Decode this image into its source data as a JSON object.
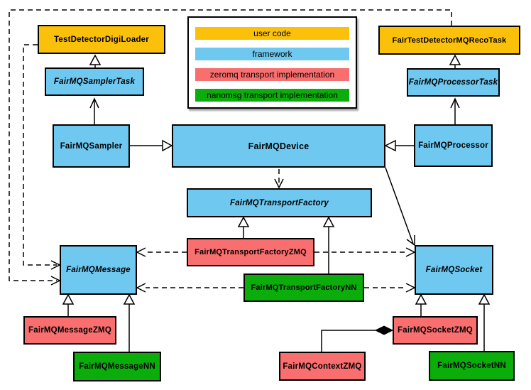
{
  "colors": {
    "user-code": "#FBC10A",
    "framework": "#6FC8F0",
    "zeromq": "#F96E6E",
    "nanomsg": "#0AAD0A",
    "border": "#000000"
  },
  "legend": {
    "items": [
      {
        "label": "user code",
        "category": "user-code"
      },
      {
        "label": "framework",
        "category": "framework"
      },
      {
        "label": "zeromq transport implementation",
        "category": "zeromq"
      },
      {
        "label": "nanomsg transport implementation",
        "category": "nanomsg"
      }
    ]
  },
  "nodes": [
    {
      "id": "test-detector-digi-loader",
      "label": "TestDetectorDigiLoader",
      "category": "user-code",
      "abstract": false
    },
    {
      "id": "fair-test-detector-mq-reco-task",
      "label": "FairTestDetectorMQRecoTask",
      "category": "user-code",
      "abstract": false
    },
    {
      "id": "fairmq-sampler-task",
      "label": "FairMQSamplerTask",
      "category": "framework",
      "abstract": true
    },
    {
      "id": "fairmq-processor-task",
      "label": "FairMQProcessorTask",
      "category": "framework",
      "abstract": true
    },
    {
      "id": "fairmq-sampler",
      "label": "FairMQSampler",
      "category": "framework",
      "abstract": false
    },
    {
      "id": "fairmq-device",
      "label": "FairMQDevice",
      "category": "framework",
      "abstract": false
    },
    {
      "id": "fairmq-processor",
      "label": "FairMQProcessor",
      "category": "framework",
      "abstract": false
    },
    {
      "id": "fairmq-transport-factory",
      "label": "FairMQTransportFactory",
      "category": "framework",
      "abstract": true
    },
    {
      "id": "fairmq-transport-factory-zmq",
      "label": "FairMQTransportFactoryZMQ",
      "category": "zeromq",
      "abstract": false
    },
    {
      "id": "fairmq-transport-factory-nn",
      "label": "FairMQTransportFactoryNN",
      "category": "nanomsg",
      "abstract": false
    },
    {
      "id": "fairmq-message",
      "label": "FairMQMessage",
      "category": "framework",
      "abstract": true
    },
    {
      "id": "fairmq-socket",
      "label": "FairMQSocket",
      "category": "framework",
      "abstract": true
    },
    {
      "id": "fairmq-message-zmq",
      "label": "FairMQMessageZMQ",
      "category": "zeromq",
      "abstract": false
    },
    {
      "id": "fairmq-message-nn",
      "label": "FairMQMessageNN",
      "category": "nanomsg",
      "abstract": false
    },
    {
      "id": "fairmq-context-zmq",
      "label": "FairMQContextZMQ",
      "category": "zeromq",
      "abstract": false
    },
    {
      "id": "fairmq-socket-zmq",
      "label": "FairMQSocketZMQ",
      "category": "zeromq",
      "abstract": false
    },
    {
      "id": "fairmq-socket-nn",
      "label": "FairMQSocketNN",
      "category": "nanomsg",
      "abstract": false
    }
  ],
  "edges": [
    {
      "from": "FairMQSamplerTask",
      "to": "TestDetectorDigiLoader",
      "type": "inheritance"
    },
    {
      "from": "FairMQSampler",
      "to": "FairMQSamplerTask",
      "type": "association"
    },
    {
      "from": "FairMQProcessorTask",
      "to": "FairTestDetectorMQRecoTask",
      "type": "inheritance"
    },
    {
      "from": "FairMQProcessor",
      "to": "FairMQProcessorTask",
      "type": "association"
    },
    {
      "from": "FairMQSampler",
      "to": "FairMQDevice",
      "type": "inheritance"
    },
    {
      "from": "FairMQProcessor",
      "to": "FairMQDevice",
      "type": "inheritance"
    },
    {
      "from": "FairMQDevice",
      "to": "FairMQTransportFactory",
      "type": "dependency"
    },
    {
      "from": "FairMQDevice",
      "to": "FairMQSocket",
      "type": "association"
    },
    {
      "from": "FairMQTransportFactoryZMQ",
      "to": "FairMQTransportFactory",
      "type": "inheritance"
    },
    {
      "from": "FairMQTransportFactoryNN",
      "to": "FairMQTransportFactory",
      "type": "inheritance"
    },
    {
      "from": "FairMQTransportFactoryZMQ",
      "to": "FairMQMessage",
      "type": "dependency"
    },
    {
      "from": "FairMQTransportFactoryZMQ",
      "to": "FairMQSocket",
      "type": "dependency"
    },
    {
      "from": "FairMQTransportFactoryNN",
      "to": "FairMQMessage",
      "type": "dependency"
    },
    {
      "from": "FairMQTransportFactoryNN",
      "to": "FairMQSocket",
      "type": "dependency"
    },
    {
      "from": "FairTestDetectorMQRecoTask",
      "to": "FairMQMessage",
      "type": "dependency"
    },
    {
      "from": "TestDetectorDigiLoader",
      "to": "FairMQMessage",
      "type": "dependency"
    },
    {
      "from": "FairMQMessageZMQ",
      "to": "FairMQMessage",
      "type": "inheritance"
    },
    {
      "from": "FairMQMessageNN",
      "to": "FairMQMessage",
      "type": "inheritance"
    },
    {
      "from": "FairMQSocketZMQ",
      "to": "FairMQSocket",
      "type": "inheritance"
    },
    {
      "from": "FairMQSocketNN",
      "to": "FairMQSocket",
      "type": "inheritance"
    },
    {
      "from": "FairMQContextZMQ",
      "to": "FairMQSocketZMQ",
      "type": "composition"
    }
  ]
}
